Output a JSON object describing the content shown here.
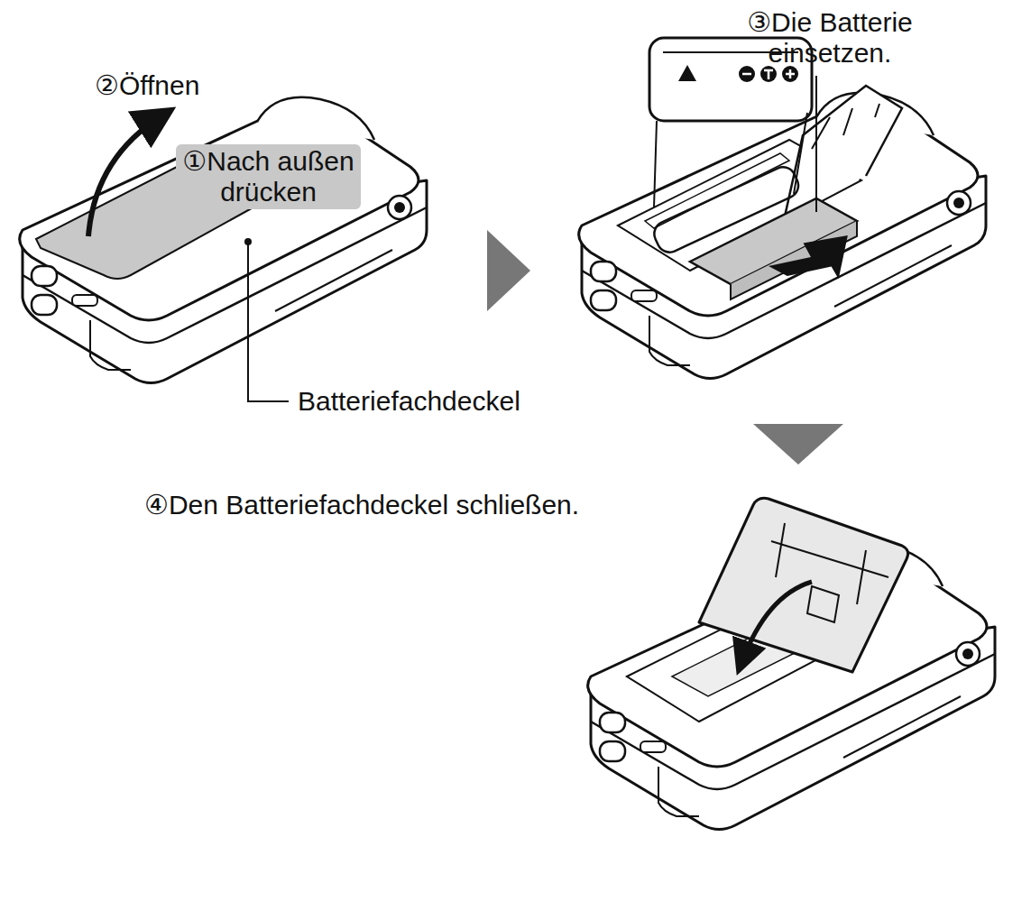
{
  "diagram": {
    "labels": [
      "②Öffnen",
      "①Nach außen drücken",
      "Batteriefachdeckel",
      "③Die Batterie einsetzen.",
      "④Den Batteriefachdeckel schließen."
    ]
  }
}
